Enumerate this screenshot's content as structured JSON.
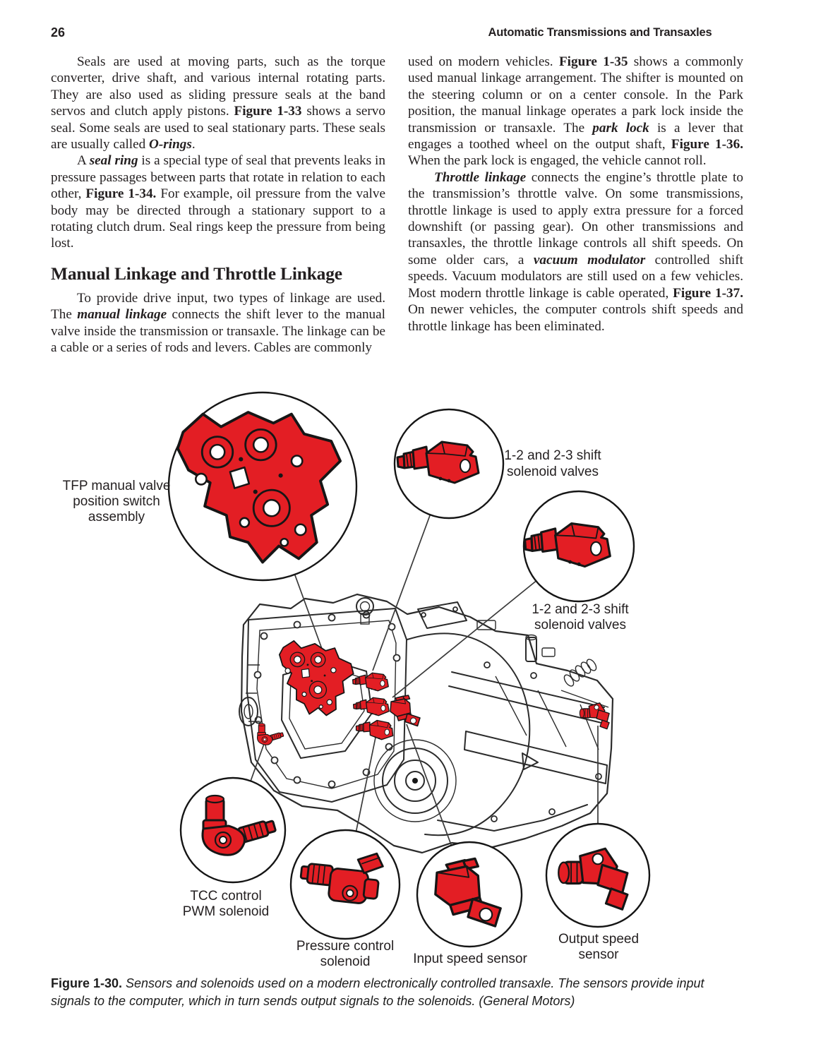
{
  "page": {
    "number": "26",
    "running_head": "Automatic Transmissions and Transaxles"
  },
  "content": {
    "heading": "Manual Linkage and Throttle Linkage",
    "p1_html": "Seals are used at moving parts, such as the torque converter, drive shaft, and various internal rotating parts. They are also used as sliding pressure seals at the band servos and clutch apply pistons. <b>Figure 1-33</b> shows a servo seal. Some seals are used to seal stationary parts. These seals are usually called <b><i>O-rings</i></b>.",
    "p2_html": "A <b><i>seal ring</i></b> is a special type of seal that prevents leaks in pressure passages between parts that rotate in relation to each other, <b>Figure 1-34.</b> For example, oil pressure from the valve body may be directed through a stationary support to a rotating clutch drum. Seal rings keep the pressure from being lost.",
    "p3_html": "To provide drive input, two types of linkage are used. The <b><i>manual linkage</i></b> connects the shift lever to the manual valve inside the transmission or transaxle. The linkage can be a cable or a series of rods and levers. Cables are commonly",
    "p4_html": "used on modern vehicles. <b>Figure 1-35</b> shows a commonly used manual linkage arrangement. The shifter is mounted on the steering column or on a center console. In the Park position, the manual linkage operates a park lock inside the transmission or transaxle. The <b><i>park lock</i></b> is a lever that engages a toothed wheel on the output shaft, <b>Figure 1-36.</b> When the park lock is engaged, the vehicle cannot roll.",
    "p5_html": "<b><i>Throttle linkage</i></b> connects the engine’s throttle plate to the transmission’s throttle valve. On some transmissions, throttle linkage is used to apply extra pressure for a forced downshift (or passing gear). On other transmissions and transaxles, the throttle linkage controls all shift speeds. On some older cars, a <b><i>vacuum modulator</i></b> controlled shift speeds. Vacuum modulators are still used on a few vehicles. Most modern throttle linkage is cable operated, <b>Figure 1-37.</b> On newer vehicles, the computer controls shift speeds and throttle linkage has been eliminated."
  },
  "figure": {
    "labels": {
      "tfp": [
        "TFP manual valve",
        "position switch",
        "assembly"
      ],
      "shift_top": [
        "1-2 and 2-3 shift",
        "solenoid valves"
      ],
      "shift_right": [
        "1-2 and 2-3 shift",
        "solenoid valves"
      ],
      "tcc": [
        "TCC control",
        "PWM solenoid"
      ],
      "pressure": [
        "Pressure control",
        "solenoid"
      ],
      "input": [
        "Input speed sensor"
      ],
      "output": [
        "Output speed",
        "sensor"
      ]
    },
    "caption_lead": "Figure 1-30.",
    "caption_text": "Sensors and solenoids used on a modern electronically controlled transaxle. The sensors provide input signals to the computer, which in turn sends output signals to the solenoids. (General Motors)",
    "colors": {
      "highlight": "#e31e24",
      "ink": "#231f20"
    }
  }
}
